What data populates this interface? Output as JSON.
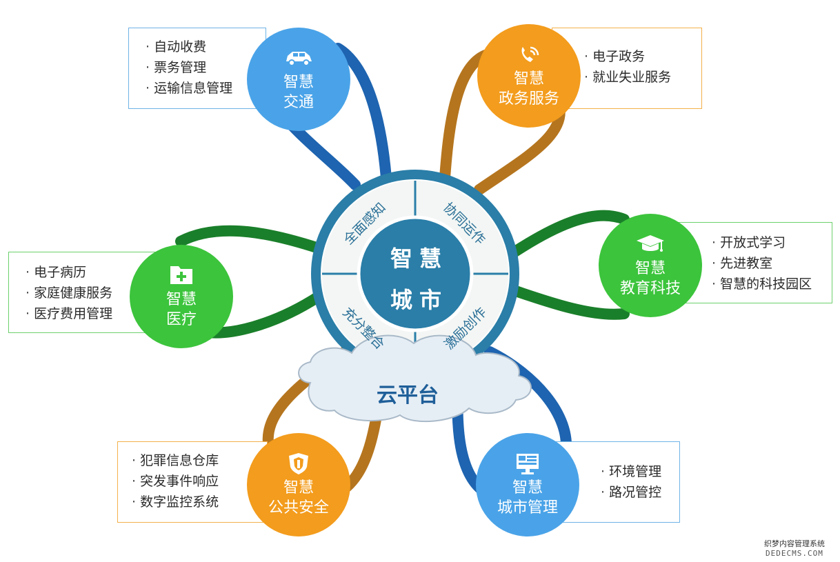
{
  "center": {
    "line1": "智慧",
    "line2": "城市",
    "quadrants": [
      "全面感知",
      "协同运作",
      "充分整合",
      "激励创作"
    ]
  },
  "platform": "云平台",
  "nodes": {
    "transport": {
      "line1": "智慧",
      "line2": "交通",
      "icon": "car-icon",
      "color": "#4aa3e8",
      "items": [
        "自动收费",
        "票务管理",
        "运输信息管理"
      ]
    },
    "government": {
      "line1": "智慧",
      "line2": "政务服务",
      "icon": "phone-signal-icon",
      "color": "#f39c1d",
      "items": [
        "电子政务",
        "就业失业服务"
      ]
    },
    "medical": {
      "line1": "智慧",
      "line2": "医疗",
      "icon": "medical-folder-icon",
      "color": "#3cc43c",
      "items": [
        "电子病历",
        "家庭健康服务",
        "医疗费用管理"
      ]
    },
    "education": {
      "line1": "智慧",
      "line2": "教育科技",
      "icon": "graduation-cap-icon",
      "color": "#3cc43c",
      "items": [
        "开放式学习",
        "先进教室",
        "智慧的科技园区"
      ]
    },
    "safety": {
      "line1": "智慧",
      "line2": "公共安全",
      "icon": "police-badge-icon",
      "color": "#f39c1d",
      "items": [
        "犯罪信息仓库",
        "突发事件响应",
        "数字监控系统"
      ]
    },
    "citymgmt": {
      "line1": "智慧",
      "line2": "城市管理",
      "icon": "monitor-icon",
      "color": "#4aa3e8",
      "items": [
        "环境管理",
        "路况管控"
      ]
    }
  },
  "watermark": {
    "line1": "织梦内容管理系统",
    "line2": "DEDECMS.COM"
  }
}
